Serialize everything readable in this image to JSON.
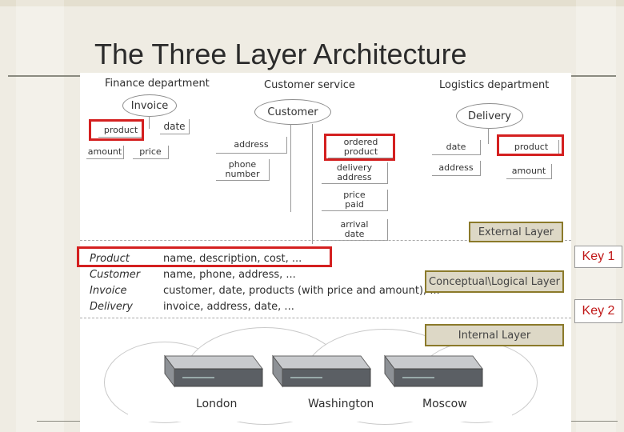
{
  "slide": {
    "title": "The Three Layer Architecture"
  },
  "departments": {
    "finance": {
      "label": "Finance department",
      "entity": "Invoice",
      "attrs": [
        "product",
        "date",
        "amount",
        "price"
      ]
    },
    "customer": {
      "label": "Customer service",
      "entity": "Customer",
      "attrs": [
        "address",
        "phone number",
        "ordered product",
        "delivery address",
        "price paid",
        "arrival date"
      ]
    },
    "logistics": {
      "label": "Logistics department",
      "entity": "Delivery",
      "attrs": [
        "date",
        "product",
        "address",
        "amount"
      ]
    }
  },
  "layers": {
    "external": "External Layer",
    "conceptual": "Conceptual\\Logical Layer",
    "internal": "Internal Layer"
  },
  "schema_rows": [
    {
      "name": "Product",
      "value": "name, description, cost, ..."
    },
    {
      "name": "Customer",
      "value": "name, phone, address, ..."
    },
    {
      "name": "Invoice",
      "value": "customer, date, products (with price and amount), ..."
    },
    {
      "name": "Delivery",
      "value": "invoice, address, date, ..."
    }
  ],
  "keys": {
    "key1": "Key 1",
    "key2": "Key 2"
  },
  "servers": [
    "London",
    "Washington",
    "Moscow"
  ],
  "colors": {
    "highlight": "#d42020",
    "layer_border": "#8b7a2a",
    "key_text": "#c01818"
  }
}
